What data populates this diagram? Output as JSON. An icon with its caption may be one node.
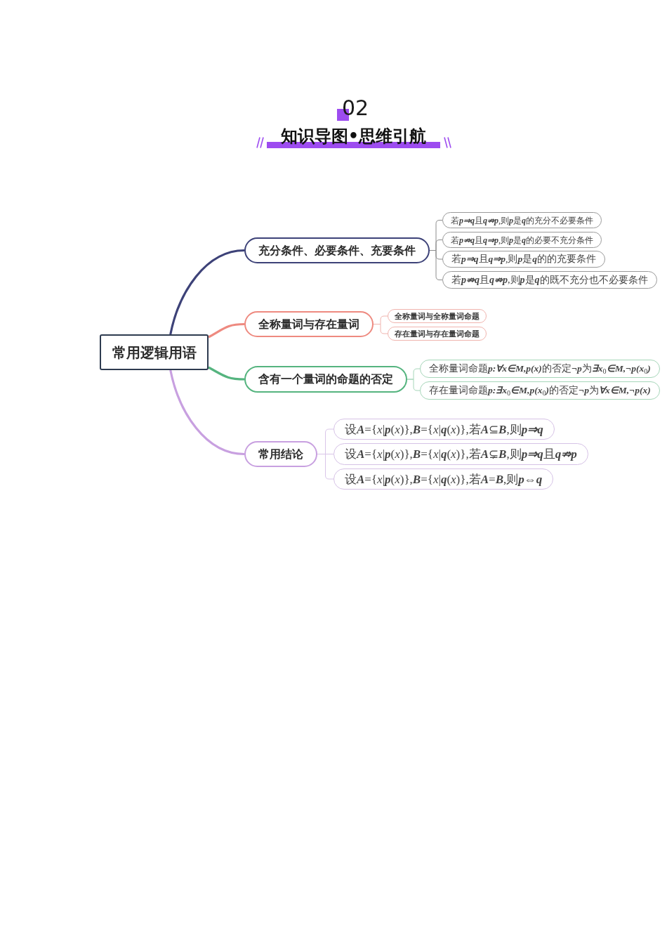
{
  "diagram": {
    "title": "知识导图•思维引航",
    "nodes": [
      {
        "text": [
          "常用逻辑用语"
        ]
      },
      {
        "text": [
          "充分条件、必要条件、充要条件"
        ]
      },
      {
        "text": [
          "若**p⇒q**且**q⇏p**,则**p**是**q**的充分不必要条件"
        ]
      },
      {
        "text": [
          "若**p⇏q**且**q⇒p**,则**p**是**q**的必要不充分条件"
        ]
      },
      {
        "text": [
          "若**p⇒q**且**q⇒p**,则**p**是**q**的的充要条件"
        ]
      },
      {
        "text": [
          "若**p⇏q**且**q⇏p**,则**p**是**q**的既不充分也不必要条件"
        ]
      },
      {
        "text": [
          "全称量词与存在量词"
        ]
      },
      {
        "text": [
          "全称量词与全称量词命题"
        ]
      },
      {
        "text": [
          "存在量词与存在量词命题"
        ]
      },
      {
        "text": [
          "含有一个量词的命题的否定"
        ]
      },
      {
        "text": [
          "全称量词命题**p:∀x∈M,p(x)**的否定**¬p**为**∃x**$_{0}$**∈M,¬p(x**$_{0}$**)**"
        ]
      },
      {
        "text": [
          "存在量词命题**p:∃x**$_{0}$**∈M,p(x**$_{0}$**)**的否定**¬p**为**∀x∈M,¬p(x)**"
        ]
      },
      {
        "text": [
          "常用结论"
        ]
      },
      {
        "text": [
          "设**A**={*x*|**p**(*x*)},**B**={*x*|**q**(*x*)},若**A**⊆**B**,则**p⇒q**"
        ]
      },
      {
        "text": [
          "设**A**={*x*|**p**(*x*)},**B**={*x*|**q**(*x*)},若**A**⊊**B**,则**p⇒q**且**q⇏p**"
        ]
      },
      {
        "text": [
          "设**A**={*x*|**p**(*x*)},**B**={*x*|**q**(*x*)},若**A**=**B**,则**p⇔q**"
        ]
      }
    ],
    "edges": [
      {
        "from": 0,
        "to": 1,
        "arrow": "none",
        "style": "thick",
        "color": "#3d4278"
      },
      {
        "from": 1,
        "to": 2,
        "arrow": "none",
        "color": "#8c8c8c"
      },
      {
        "from": 1,
        "to": 3,
        "arrow": "none",
        "color": "#8c8c8c"
      },
      {
        "from": 1,
        "to": 4,
        "arrow": "none",
        "color": "#8c8c8c"
      },
      {
        "from": 1,
        "to": 5,
        "arrow": "none",
        "color": "#8c8c8c"
      },
      {
        "from": 0,
        "to": 6,
        "arrow": "none",
        "style": "thick",
        "color": "#ee8a80"
      },
      {
        "from": 6,
        "to": 7,
        "arrow": "none",
        "color": "#f0b4ae"
      },
      {
        "from": 6,
        "to": 8,
        "arrow": "none",
        "color": "#f0b4ae"
      },
      {
        "from": 0,
        "to": 9,
        "arrow": "none",
        "style": "thick",
        "color": "#55b47f"
      },
      {
        "from": 9,
        "to": 10,
        "arrow": "none",
        "color": "#a6d6b9"
      },
      {
        "from": 9,
        "to": 11,
        "arrow": "none",
        "color": "#a6d6b9"
      },
      {
        "from": 0,
        "to": 12,
        "arrow": "none",
        "style": "thick",
        "color": "#c8a0e0"
      },
      {
        "from": 12,
        "to": 13,
        "arrow": "none",
        "color": "#d9c5e9"
      },
      {
        "from": 12,
        "to": 14,
        "arrow": "none",
        "color": "#d9c5e9"
      },
      {
        "from": 12,
        "to": 15,
        "arrow": "none",
        "color": "#d9c5e9"
      }
    ],
    "labels": [
      "02"
    ]
  }
}
